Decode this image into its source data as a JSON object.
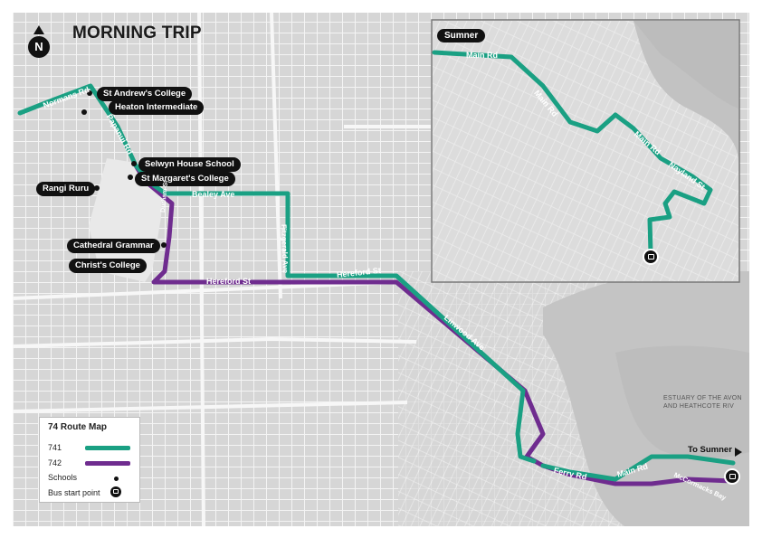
{
  "title": "MORNING TRIP",
  "north_label": "N",
  "inset": {
    "label": "Sumner"
  },
  "schools": [
    {
      "name": "St Andrew's College"
    },
    {
      "name": "Heaton Intermediate"
    },
    {
      "name": "Selwyn House School"
    },
    {
      "name": "St Margaret's College"
    },
    {
      "name": "Rangi Ruru"
    },
    {
      "name": "Cathedral Grammar"
    },
    {
      "name": "Christ's College"
    }
  ],
  "streets": {
    "normans_rd": "Normans Rd",
    "papanui_rd": "Papanui Rd",
    "bealey_ave": "Bealey Ave",
    "durham_st": "Durham St",
    "fitzgerald_ave": "Fitzgerald Ave",
    "hereford_st_w": "Hereford St",
    "hereford_st_e": "Hereford St",
    "linwood_ave": "Linwood Ave",
    "ferry_rd": "Ferry Rd",
    "main_rd": "Main Rd",
    "mccormacks_bay": "McCormacks Bay",
    "inset_main_rd_1": "Main Rd",
    "inset_main_rd_2": "Main Rd",
    "inset_main_rd_3": "Main Rd",
    "inset_nayland_st": "Nayland St"
  },
  "legend": {
    "title": "74 Route Map",
    "items": [
      {
        "label": "741",
        "color": "#1aa083"
      },
      {
        "label": "742",
        "color": "#6f2c8f"
      },
      {
        "label": "Schools"
      },
      {
        "label": "Bus start point"
      }
    ]
  },
  "to_sumner": "To Sumner",
  "estuary": "ESTUARY OF THE AVON AND HEATHCOTE RIV",
  "colors": {
    "route_741": "#1aa083",
    "route_742": "#6f2c8f",
    "water": "#cfcfcf",
    "roads": "#e2e2e2"
  }
}
